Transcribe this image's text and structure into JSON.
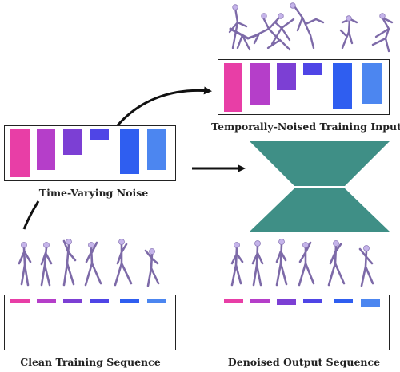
{
  "captions": {
    "noised_input": "Temporally-Noised Training Input",
    "noise": "Time-Varying Noise",
    "clean": "Clean Training Sequence",
    "denoised": "Denoised Output Sequence"
  },
  "colors": {
    "bars": [
      "#e83ea6",
      "#b53ec9",
      "#7c3fd4",
      "#4f45e6",
      "#2f5ef0",
      "#4c86f0"
    ],
    "network": "#3f8f86",
    "figure_fill": "#b9a6e0",
    "figure_stroke": "#7d6aa8",
    "arrow": "#111111",
    "border": "#222222"
  },
  "icons": {
    "network": "encoder-decoder-hourglass",
    "figures": "motion-pose-figures"
  }
}
